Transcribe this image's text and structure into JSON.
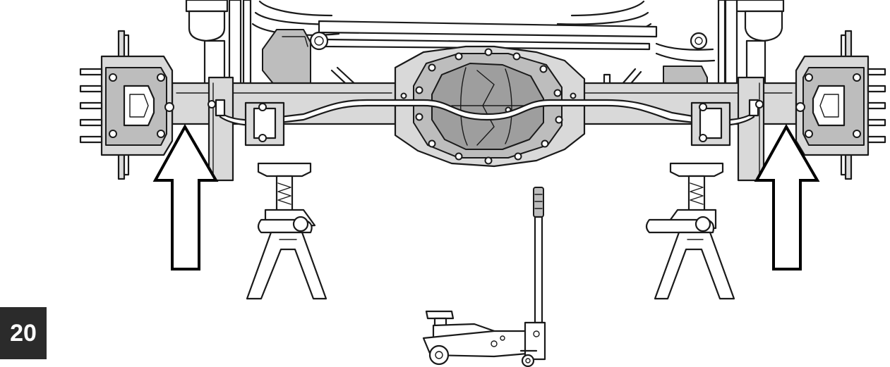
{
  "figure": {
    "step_number": "20",
    "components": {
      "axle": "axle-assembly",
      "differential": "differential-housing",
      "sway_bar": "sway-bar",
      "left_jack_stand": "jack-stand",
      "right_jack_stand": "jack-stand",
      "floor_jack": "floor-jack",
      "left_arrow": "up-arrow-icon",
      "right_arrow": "up-arrow-icon"
    },
    "colors": {
      "badge_background": "#2b2b2b",
      "badge_text": "#ffffff",
      "line": "#1a1a1a",
      "light_gray": "#d9d9d9",
      "mid_gray": "#bdbdbd",
      "dark_gray": "#9e9e9e"
    }
  }
}
